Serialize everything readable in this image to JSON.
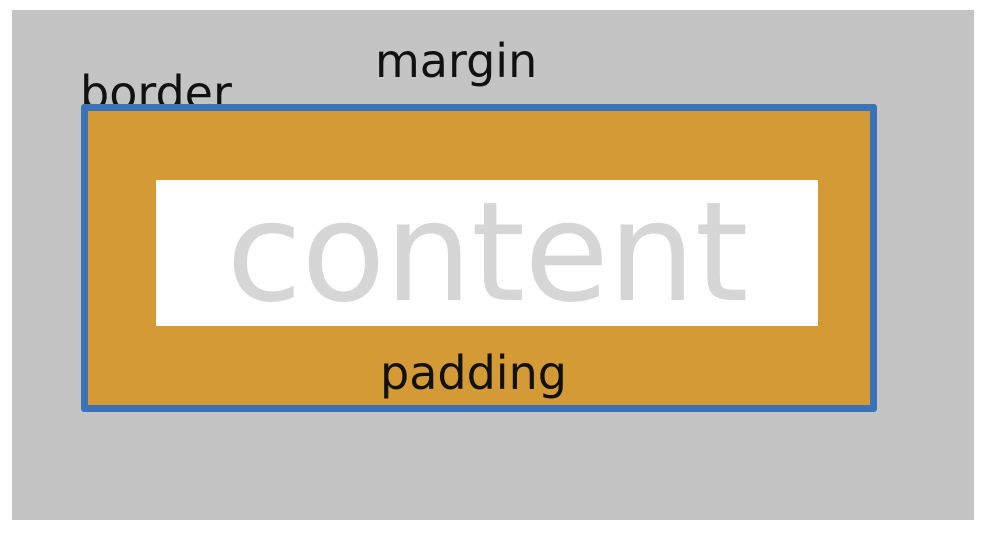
{
  "labels": {
    "margin": "margin",
    "border": "border",
    "padding": "padding",
    "content": "content"
  },
  "colors": {
    "margin": "#c4c4c4",
    "border": "#3b73ba",
    "padding": "#d49a36",
    "content": "#ffffff",
    "content_text": "#d6d6d6",
    "label_text": "#111111"
  }
}
